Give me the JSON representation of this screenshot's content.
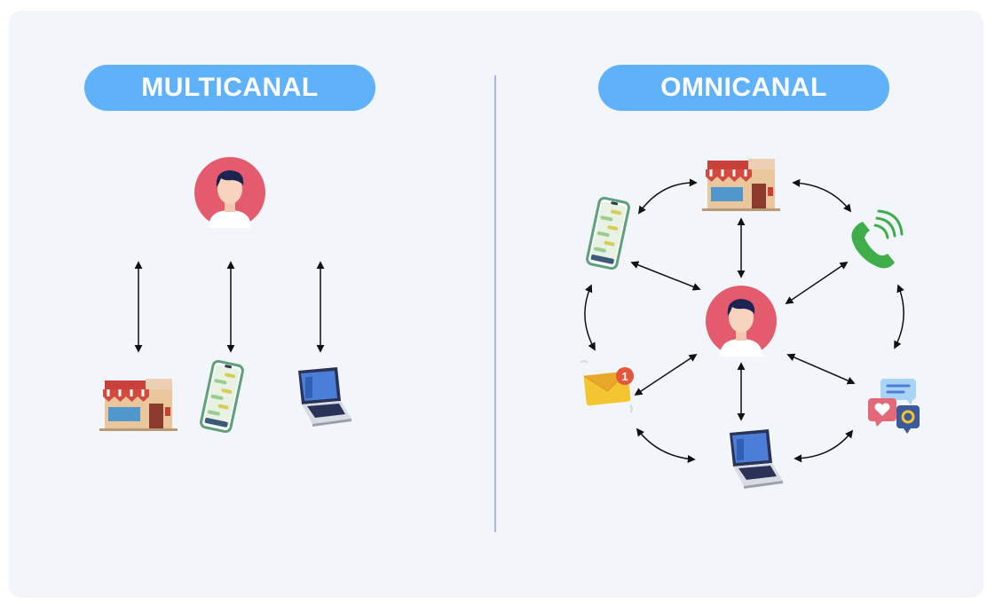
{
  "left_panel": {
    "title": "MULTICANAL"
  },
  "right_panel": {
    "title": "OMNICANAL"
  },
  "notification_badge": "1",
  "colors": {
    "background": "#f2f6fb",
    "pill": "#5fb2fa",
    "divider": "#8c9ee3",
    "avatar": "#e35b6d",
    "arrow": "#111111"
  },
  "icons": {
    "customer": "customer-avatar-icon",
    "store": "store-icon",
    "phone": "smartphone-icon",
    "laptop": "laptop-icon",
    "call": "phone-call-icon",
    "email": "email-icon",
    "social": "social-chat-icon"
  }
}
